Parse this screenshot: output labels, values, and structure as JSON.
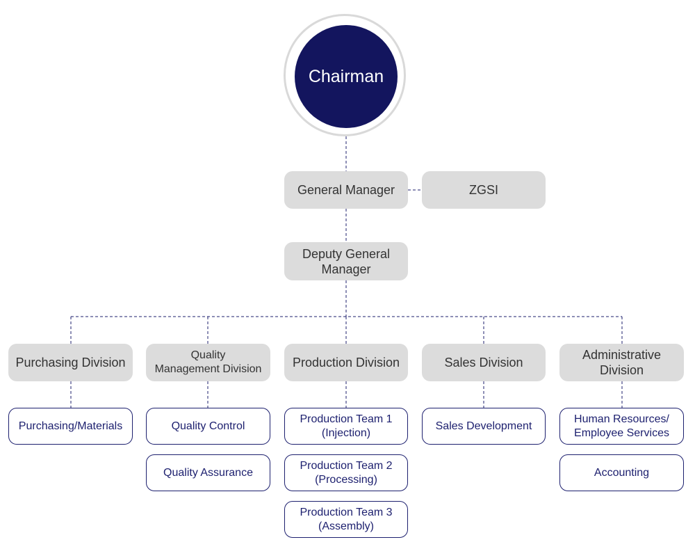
{
  "chairman": "Chairman",
  "general_manager": "General Manager",
  "zgsi": "ZGSI",
  "deputy_general_manager": "Deputy General\nManager",
  "divisions": [
    {
      "name": "Purchasing Division",
      "teams": [
        "Purchasing/Materials"
      ]
    },
    {
      "name": "Quality\nManagement Division",
      "teams": [
        "Quality Control",
        "Quality Assurance"
      ]
    },
    {
      "name": "Production Division",
      "teams": [
        "Production Team 1\n(Injection)",
        "Production Team 2\n(Processing)",
        "Production Team 3\n(Assembly)"
      ]
    },
    {
      "name": "Sales Division",
      "teams": [
        "Sales Development"
      ]
    },
    {
      "name": "Administrative\nDivision",
      "teams": [
        "Human Resources/\nEmployee Services",
        "Accounting"
      ]
    }
  ],
  "colors": {
    "navy": "#13155e",
    "box_gray": "#dcdcdc",
    "line": "#1c1f6e"
  }
}
